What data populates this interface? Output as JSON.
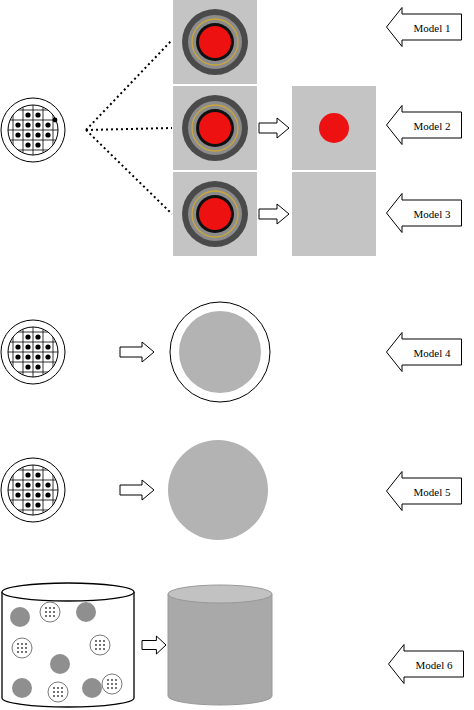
{
  "diagram": {
    "nodes": [
      {
        "text": [
          "Model 1"
        ]
      },
      {
        "text": [
          "Model 2"
        ]
      },
      {
        "text": [
          "Model 3"
        ]
      },
      {
        "text": [
          "Model 4"
        ]
      },
      {
        "text": [
          "Model 5"
        ]
      },
      {
        "text": [
          "Model 6"
        ]
      }
    ]
  }
}
